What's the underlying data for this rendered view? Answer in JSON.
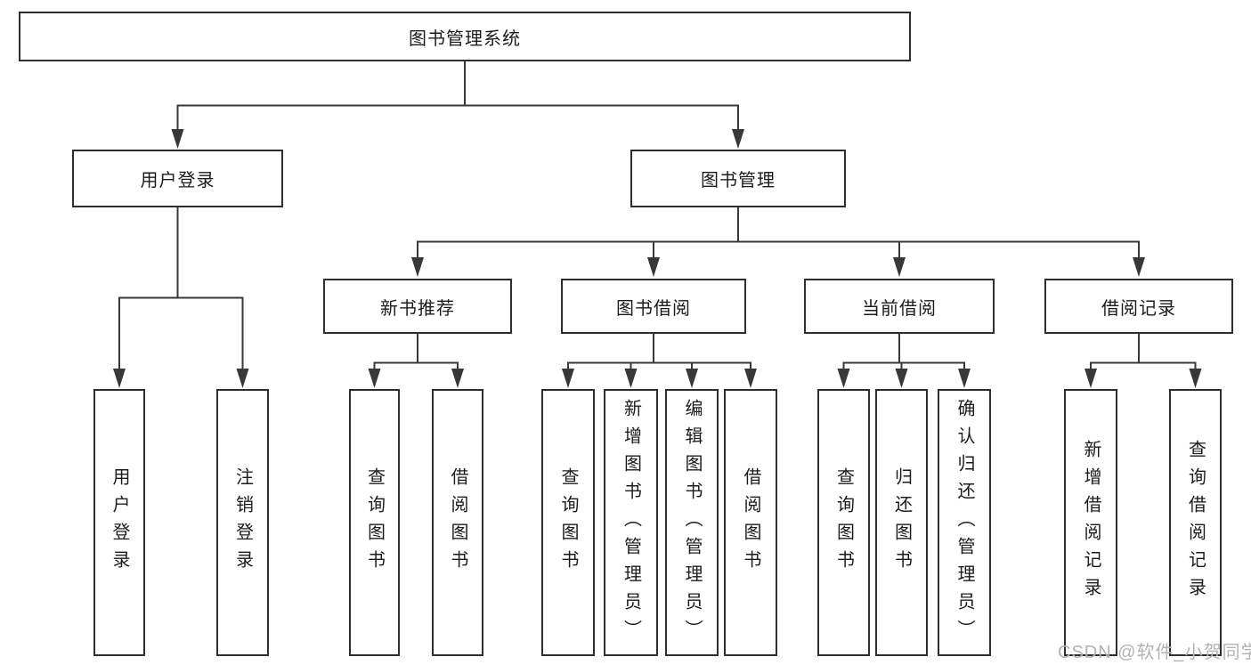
{
  "tree": {
    "label": "图书管理系统",
    "children": [
      {
        "label": "用户登录",
        "children": [
          {
            "label": "用户登录"
          },
          {
            "label": "注销登录"
          }
        ]
      },
      {
        "label": "图书管理",
        "children": [
          {
            "label": "新书推荐",
            "children": [
              {
                "label": "查询图书"
              },
              {
                "label": "借阅图书"
              }
            ]
          },
          {
            "label": "图书借阅",
            "children": [
              {
                "label": "查询图书"
              },
              {
                "label": "新增图书（管理员）"
              },
              {
                "label": "编辑图书（管理员）"
              },
              {
                "label": "借阅图书"
              }
            ]
          },
          {
            "label": "当前借阅",
            "children": [
              {
                "label": "查询图书"
              },
              {
                "label": "归还图书"
              },
              {
                "label": "确认归还（管理员）"
              }
            ]
          },
          {
            "label": "借阅记录",
            "children": [
              {
                "label": "新增借阅记录"
              },
              {
                "label": "查询借阅记录"
              }
            ]
          }
        ]
      }
    ]
  },
  "watermark": {
    "text": "CSDN @软件_小贺同学"
  },
  "colors": {
    "background": "#ffffff",
    "box_border": "#2e2e2e",
    "line": "#383838",
    "text": "#1c1c1c",
    "watermark": "#b3b3b3"
  }
}
